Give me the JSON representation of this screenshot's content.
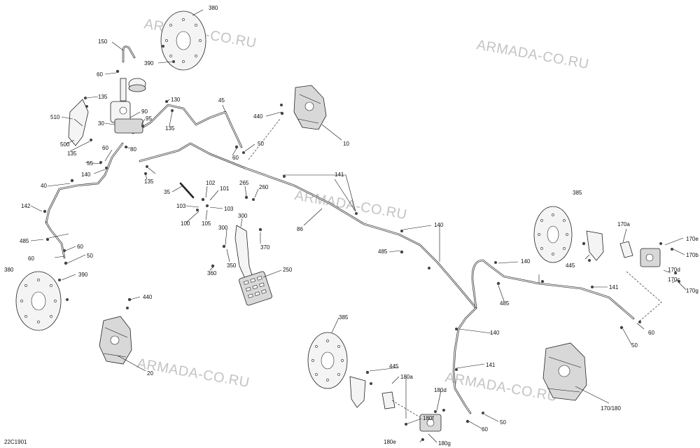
{
  "watermark": "ARMADA-CO.RU",
  "reference": "22C1901",
  "labels": [
    "380",
    "150",
    "390",
    "60",
    "135",
    "510",
    "500",
    "135",
    "60",
    "55",
    "140",
    "40",
    "142",
    "485",
    "60",
    "60",
    "50",
    "380",
    "390",
    "440",
    "20",
    "30",
    "90",
    "95",
    "80",
    "135",
    "130",
    "135",
    "45",
    "50",
    "60",
    "440",
    "10",
    "35",
    "102",
    "101",
    "103",
    "105",
    "100",
    "103",
    "265",
    "260",
    "300",
    "300",
    "370",
    "360",
    "350",
    "250",
    "141",
    "86",
    "485",
    "140",
    "485",
    "140",
    "141",
    "385",
    "170a",
    "170e",
    "445",
    "170b",
    "170d",
    "170c",
    "170g",
    "60",
    "50",
    "385",
    "140",
    "141",
    "445",
    "180a",
    "180d",
    "50",
    "60",
    "180f",
    "180e",
    "180g",
    "170/180"
  ]
}
